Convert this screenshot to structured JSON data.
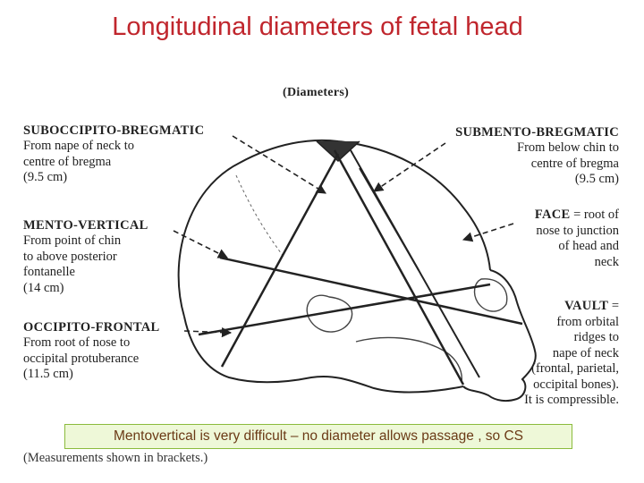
{
  "title": "Longitudinal diameters of fetal head",
  "figure": {
    "header": "(Diameters)",
    "labels": [
      {
        "id": "suboccipito-bregmatic",
        "name": "SUBOCCIPITO-BREGMATIC",
        "lines": [
          "From nape of neck to",
          "centre of bregma",
          "(9.5 cm)"
        ]
      },
      {
        "id": "mento-vertical",
        "name": "MENTO-VERTICAL",
        "lines": [
          "From point of chin",
          "to above posterior",
          "fontanelle",
          "(14 cm)"
        ]
      },
      {
        "id": "occipito-frontal",
        "name": "OCCIPITO-FRONTAL",
        "lines": [
          "From root of nose to",
          "occipital protuberance",
          "(11.5 cm)"
        ]
      },
      {
        "id": "submento-bregmatic",
        "name": "SUBMENTO-BREGMATIC",
        "lines": [
          "From below chin to",
          "centre of bregma",
          "(9.5 cm)"
        ]
      },
      {
        "id": "face",
        "name": "FACE",
        "name_suffix": " = root of",
        "lines": [
          "nose to junction",
          "of head and",
          "neck"
        ]
      },
      {
        "id": "vault",
        "name": "VAULT",
        "name_suffix": " =",
        "lines": [
          "from orbital",
          "ridges to",
          "nape of neck",
          "(frontal, parietal,",
          "occipital bones).",
          "It is compressible."
        ]
      }
    ],
    "footnote": "(Measurements shown in brackets.)"
  },
  "banner": "Mentovertical is very difficult – no diameter allows passage , so CS",
  "colors": {
    "title": "#c0262d",
    "banner_bg": "#eef8d8",
    "banner_border": "#8bbb3c",
    "banner_text": "#6b3a16"
  }
}
